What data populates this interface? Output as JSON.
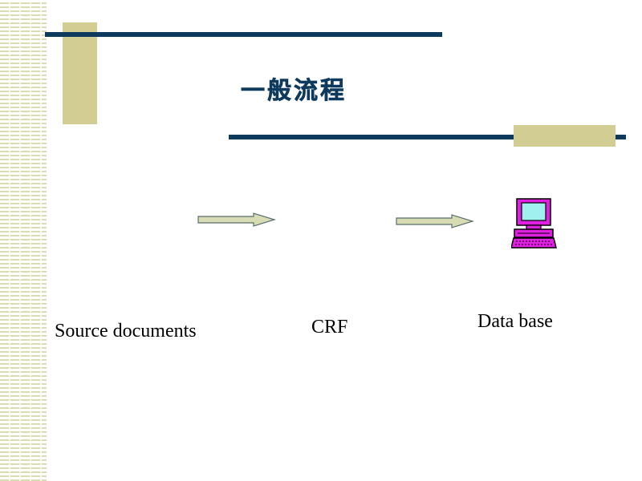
{
  "slide": {
    "title": "一般流程"
  },
  "flow": {
    "steps": [
      {
        "label": "Source documents"
      },
      {
        "label": "CRF"
      },
      {
        "label": "Data base"
      }
    ]
  },
  "icons": {
    "arrow_1": "right-arrow-icon",
    "arrow_2": "right-arrow-icon",
    "database": "computer-terminal-icon"
  },
  "colors": {
    "accent_navy": "#0e3a5e",
    "tan": "#d2cd93",
    "arrow_fill": "#d8dcb4",
    "computer_magenta": "#e020e0",
    "screen_cyan": "#a0f0f0"
  }
}
